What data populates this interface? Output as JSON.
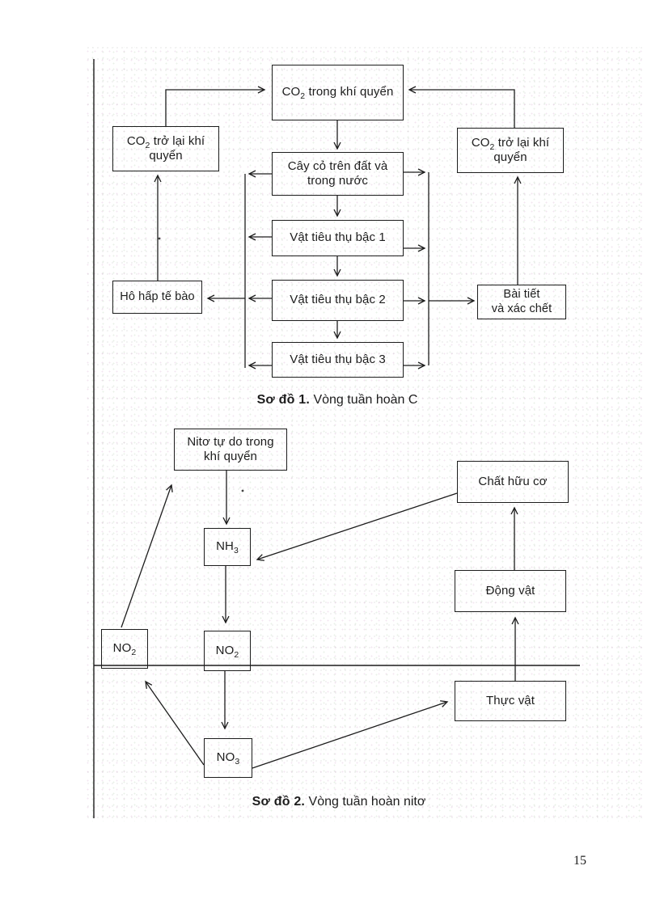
{
  "page": {
    "number": "15"
  },
  "colors": {
    "ink": "#1d1d1d",
    "paper": "#ffffff"
  },
  "diagram1": {
    "caption": {
      "bold": "Sơ đồ 1.",
      "text": " Vòng tuần hoàn C"
    },
    "boxes": {
      "co2_atm": {
        "pre": "CO",
        "sub": "2",
        "post": " trong khí quyển"
      },
      "co2_left": {
        "pre": "CO",
        "sub": "2",
        "post": " trở lại khí",
        "line2": "quyển"
      },
      "co2_right": {
        "pre": "CO",
        "sub": "2",
        "post": " trở lại khí",
        "line2": "quyển"
      },
      "plants": {
        "line1": "Cây cỏ trên đất và",
        "line2": "trong nước"
      },
      "consumer1": {
        "line1": "Vật tiêu thụ bậc 1"
      },
      "consumer2": {
        "line1": "Vật tiêu thụ bậc 2"
      },
      "consumer3": {
        "line1": "Vật tiêu thụ bậc 3"
      },
      "respiration": {
        "line1": "Hô hấp tế bào"
      },
      "excretion": {
        "line1": "Bài tiết",
        "line2": "và xác chết"
      }
    }
  },
  "diagram2": {
    "caption": {
      "bold": "Sơ đồ 2.",
      "text": " Vòng tuần hoàn nitơ"
    },
    "boxes": {
      "n_free": {
        "line1": "Nitơ tự do trong",
        "line2": "khí quyển"
      },
      "nh3": {
        "pre": "NH",
        "sub": "3"
      },
      "no2_left": {
        "pre": "NO",
        "sub": "2"
      },
      "no2_mid": {
        "pre": "NO",
        "sub": "2"
      },
      "no3": {
        "pre": "NO",
        "sub": "3"
      },
      "organic": {
        "line1": "Chất hữu cơ"
      },
      "animal": {
        "line1": "Động vật"
      },
      "plant": {
        "line1": "Thực vật"
      }
    }
  }
}
